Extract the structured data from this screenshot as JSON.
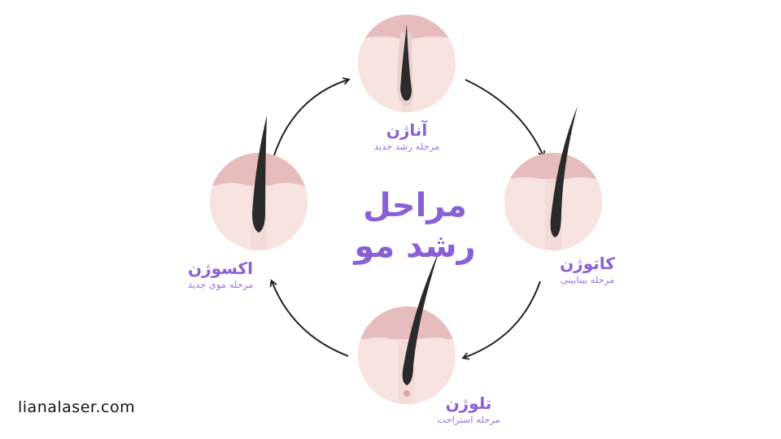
{
  "center_title": {
    "line1": "مراحل",
    "line2": "رشد مو"
  },
  "stages": [
    {
      "id": "anagen",
      "name": "آناژن",
      "desc": "مرحله رشد جدید"
    },
    {
      "id": "catagen",
      "name": "کاتوژن",
      "desc": "مرحله بینابینی"
    },
    {
      "id": "telogen",
      "name": "تلوژن",
      "desc": "مرحله استراحت"
    },
    {
      "id": "exogen",
      "name": "اکسوژن",
      "desc": "مرحله موی جدید"
    }
  ],
  "brand": "lianalaser.com",
  "colors": {
    "accent": "#8a60d6",
    "follicle": "#f2d9d6",
    "hair": "#2a2a2a",
    "arrow": "#222222"
  }
}
